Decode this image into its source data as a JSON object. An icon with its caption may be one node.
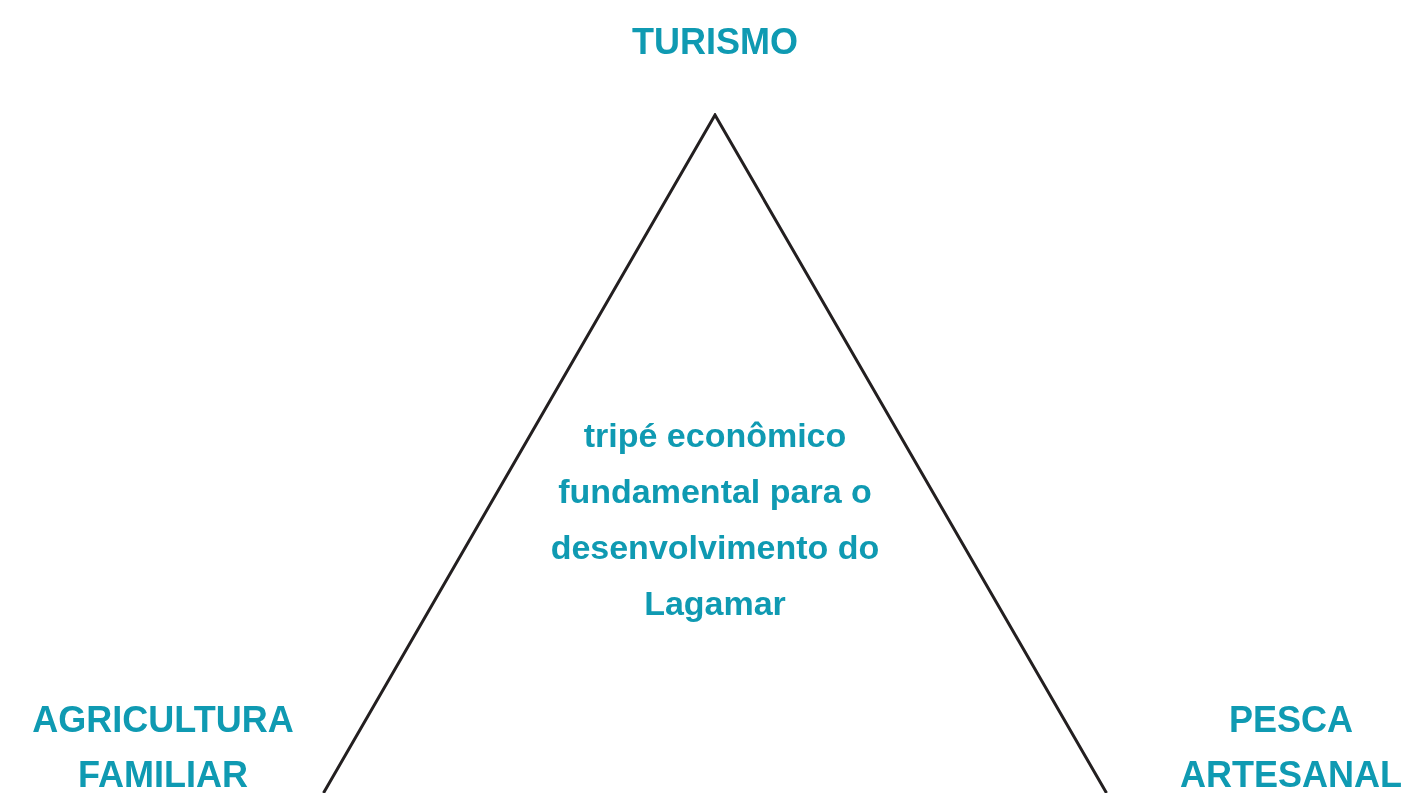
{
  "diagram": {
    "nodes": [
      {
        "text": [
          "tripé econômico fundamental para o desenvolvimento do Lagamar"
        ]
      }
    ],
    "labels": [
      "TURISMO",
      "AGRICULTURA FAMILIAR",
      "PESCA ARTESANAL"
    ]
  }
}
